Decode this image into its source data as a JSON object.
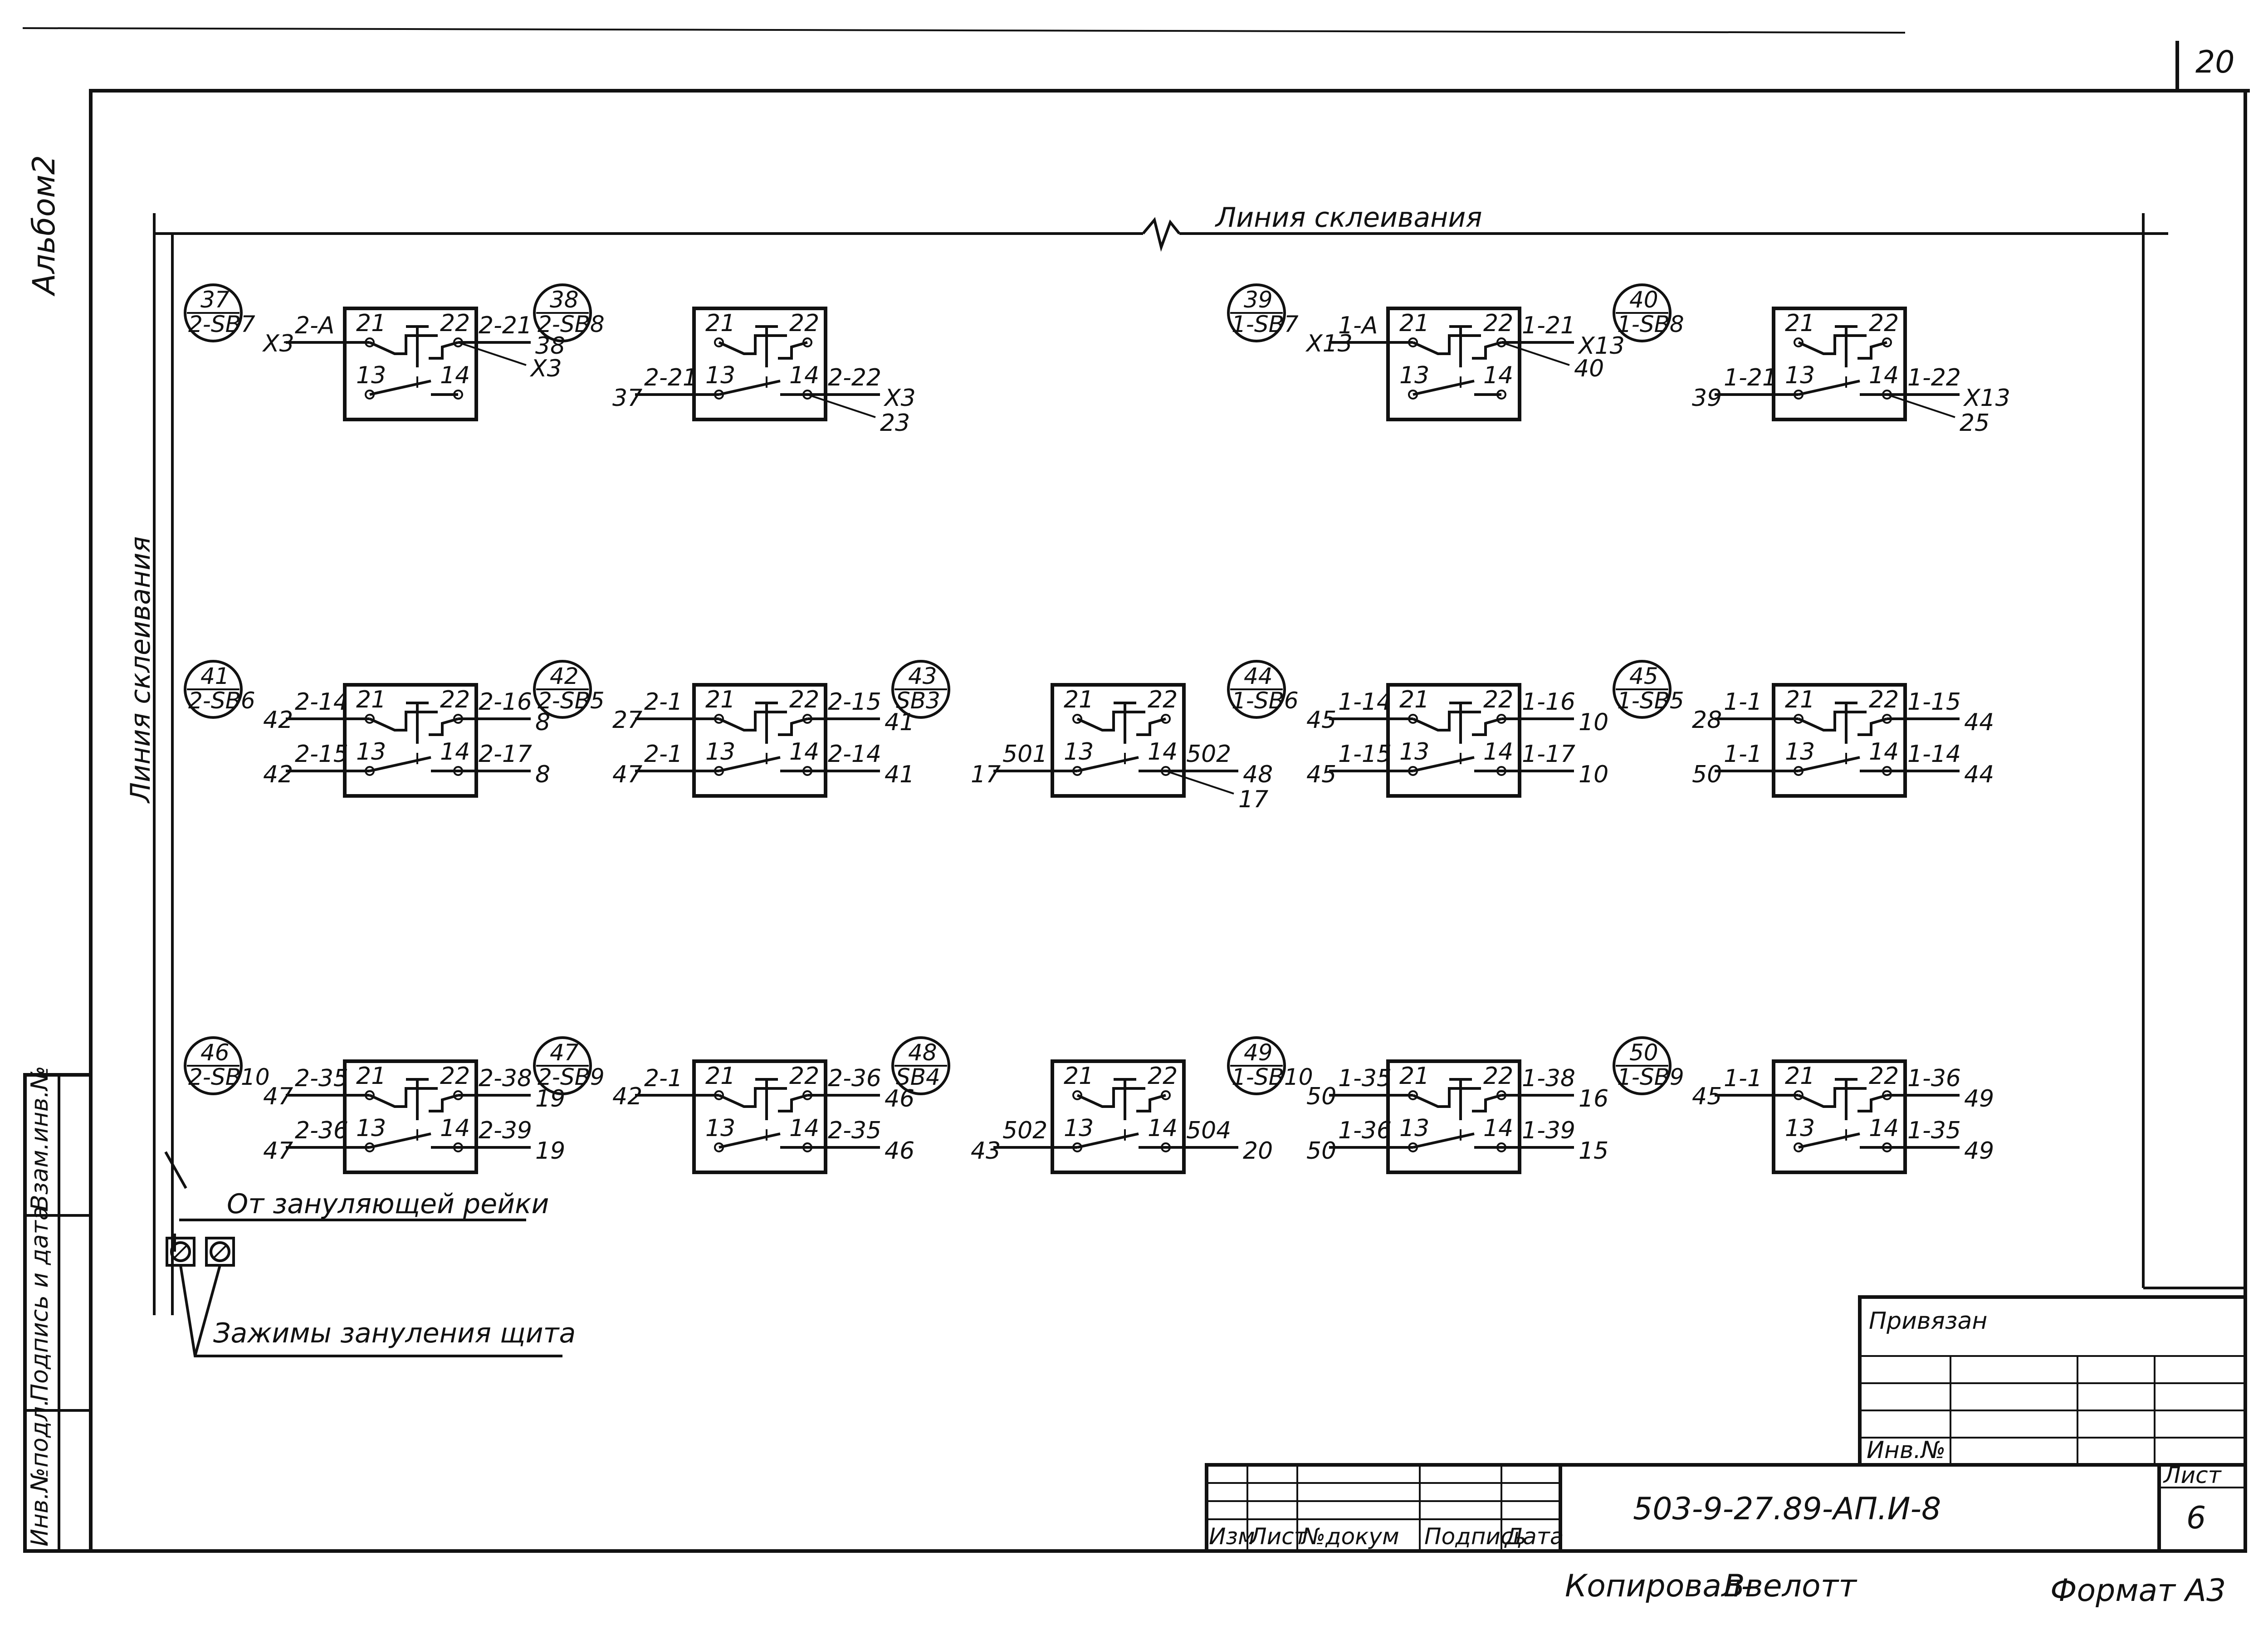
{
  "sheet_number": "20",
  "album_label": "Альбом2",
  "glue_line_label": "Линия склеивания",
  "zeroing_rail_label": "От зануляющей рейки",
  "zeroing_clamps_label": "Зажимы зануления щита",
  "margin_stamp": [
    "Инв.№подл.",
    "Подпись и дата",
    "Взам.инв.№"
  ],
  "switch_terminals": {
    "nc_left": "21",
    "nc_right": "22",
    "no_left": "13",
    "no_right": "14"
  },
  "switches": [
    {
      "num": "37",
      "ref": "2-SB7",
      "top_in": "2-A",
      "top_in_node": "X3",
      "top_out": "2-21",
      "top_out_node": "38",
      "top_out_node2": "X3",
      "bot_in": "",
      "bot_in_node": "",
      "bot_out": "",
      "bot_out_node": "",
      "bot_out_node2": ""
    },
    {
      "num": "38",
      "ref": "2-SB8",
      "top_in": "",
      "top_in_node": "",
      "top_out": "",
      "top_out_node": "",
      "top_out_node2": "",
      "bot_in": "2-21",
      "bot_in_node": "37",
      "bot_out": "2-22",
      "bot_out_node": "X3",
      "bot_out_node2": "23"
    },
    {
      "num": "39",
      "ref": "1-SB7",
      "top_in": "1-A",
      "top_in_node": "X13",
      "top_out": "1-21",
      "top_out_node": "X13",
      "top_out_node2": "40",
      "bot_in": "",
      "bot_in_node": "",
      "bot_out": "",
      "bot_out_node": "",
      "bot_out_node2": ""
    },
    {
      "num": "40",
      "ref": "1-SB8",
      "top_in": "",
      "top_in_node": "",
      "top_out": "",
      "top_out_node": "",
      "top_out_node2": "",
      "bot_in": "1-21",
      "bot_in_node": "39",
      "bot_out": "1-22",
      "bot_out_node": "X13",
      "bot_out_node2": "25"
    },
    {
      "num": "41",
      "ref": "2-SB6",
      "top_in": "2-14",
      "top_in_node": "42",
      "top_out": "2-16",
      "top_out_node": "8",
      "top_out_node2": "",
      "bot_in": "2-15",
      "bot_in_node": "42",
      "bot_out": "2-17",
      "bot_out_node": "8",
      "bot_out_node2": ""
    },
    {
      "num": "42",
      "ref": "2-SB5",
      "top_in": "2-1",
      "top_in_node": "27",
      "top_out": "2-15",
      "top_out_node": "41",
      "top_out_node2": "",
      "bot_in": "2-1",
      "bot_in_node": "47",
      "bot_out": "2-14",
      "bot_out_node": "41",
      "bot_out_node2": ""
    },
    {
      "num": "43",
      "ref": "SB3",
      "top_in": "",
      "top_in_node": "",
      "top_out": "",
      "top_out_node": "",
      "top_out_node2": "",
      "bot_in": "501",
      "bot_in_node": "17",
      "bot_out": "502",
      "bot_out_node": "48",
      "bot_out_node2": "17"
    },
    {
      "num": "44",
      "ref": "1-SB6",
      "top_in": "1-14",
      "top_in_node": "45",
      "top_out": "1-16",
      "top_out_node": "10",
      "top_out_node2": "",
      "bot_in": "1-15",
      "bot_in_node": "45",
      "bot_out": "1-17",
      "bot_out_node": "10",
      "bot_out_node2": ""
    },
    {
      "num": "45",
      "ref": "1-SB5",
      "top_in": "1-1",
      "top_in_node": "28",
      "top_out": "1-15",
      "top_out_node": "44",
      "top_out_node2": "",
      "bot_in": "1-1",
      "bot_in_node": "50",
      "bot_out": "1-14",
      "bot_out_node": "44",
      "bot_out_node2": ""
    },
    {
      "num": "46",
      "ref": "2-SB10",
      "top_in": "2-35",
      "top_in_node": "47",
      "top_out": "2-38",
      "top_out_node": "19",
      "top_out_node2": "",
      "bot_in": "2-36",
      "bot_in_node": "47",
      "bot_out": "2-39",
      "bot_out_node": "19",
      "bot_out_node2": ""
    },
    {
      "num": "47",
      "ref": "2-SB9",
      "top_in": "2-1",
      "top_in_node": "42",
      "top_out": "2-36",
      "top_out_node": "46",
      "top_out_node2": "",
      "bot_in": "",
      "bot_in_node": "",
      "bot_out": "2-35",
      "bot_out_node": "46",
      "bot_out_node2": ""
    },
    {
      "num": "48",
      "ref": "SB4",
      "top_in": "",
      "top_in_node": "",
      "top_out": "",
      "top_out_node": "",
      "top_out_node2": "",
      "bot_in": "502",
      "bot_in_node": "43",
      "bot_out": "504",
      "bot_out_node": "20",
      "bot_out_node2": ""
    },
    {
      "num": "49",
      "ref": "1-SB10",
      "top_in": "1-35",
      "top_in_node": "50",
      "top_out": "1-38",
      "top_out_node": "16",
      "top_out_node2": "",
      "bot_in": "1-36",
      "bot_in_node": "50",
      "bot_out": "1-39",
      "bot_out_node": "15",
      "bot_out_node2": ""
    },
    {
      "num": "50",
      "ref": "1-SB9",
      "top_in": "1-1",
      "top_in_node": "45",
      "top_out": "1-36",
      "top_out_node": "49",
      "top_out_node2": "",
      "bot_in": "",
      "bot_in_node": "",
      "bot_out": "1-35",
      "bot_out_node": "49",
      "bot_out_node2": ""
    }
  ],
  "title_block": {
    "linked_label": "Привязан",
    "inv_label": "Инв.№",
    "columns": [
      "Изм",
      "Лист",
      "№докум",
      "Подпись",
      "Дата"
    ],
    "doc_code": "503-9-27.89-АП.И-8",
    "sheet_label": "Лист",
    "sheet_value": "6"
  },
  "footer": {
    "copied": "Копировал-",
    "copier": "Ввелотт",
    "format": "Формат А3"
  }
}
